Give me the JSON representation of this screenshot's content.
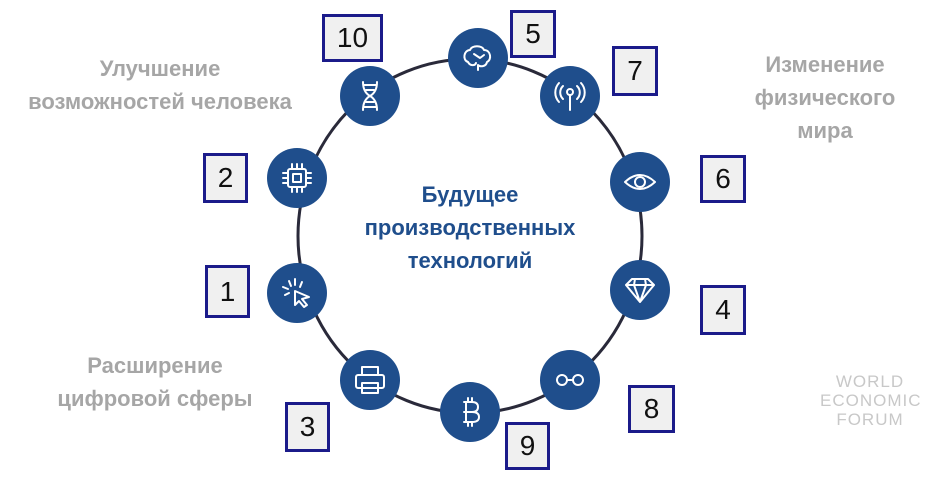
{
  "center_title": [
    "Будущее",
    "производственных",
    "технологий"
  ],
  "groups": {
    "human": [
      "Улучшение",
      "возможностей человека"
    ],
    "physical": [
      "Изменение",
      "физического",
      "мира"
    ],
    "digital": [
      "Расширение",
      "цифровой сферы"
    ]
  },
  "nodes": [
    {
      "icon": "brain-icon",
      "number": "5"
    },
    {
      "icon": "antenna-icon",
      "number": "7"
    },
    {
      "icon": "eye-icon",
      "number": "6"
    },
    {
      "icon": "diamond-icon",
      "number": "4"
    },
    {
      "icon": "glasses-icon",
      "number": "8"
    },
    {
      "icon": "bitcoin-icon",
      "number": "9"
    },
    {
      "icon": "printer-icon",
      "number": "3"
    },
    {
      "icon": "cursor-click-icon",
      "number": "1"
    },
    {
      "icon": "chip-icon",
      "number": "2"
    },
    {
      "icon": "dna-icon",
      "number": "10"
    }
  ],
  "logo": [
    "WORLD",
    "ECONOMIC",
    "FORUM"
  ],
  "colors": {
    "node": "#1f4e8c",
    "box_border": "#1b1b8a",
    "group_text": "#a6a6a6",
    "center_text": "#1f4e8c"
  }
}
